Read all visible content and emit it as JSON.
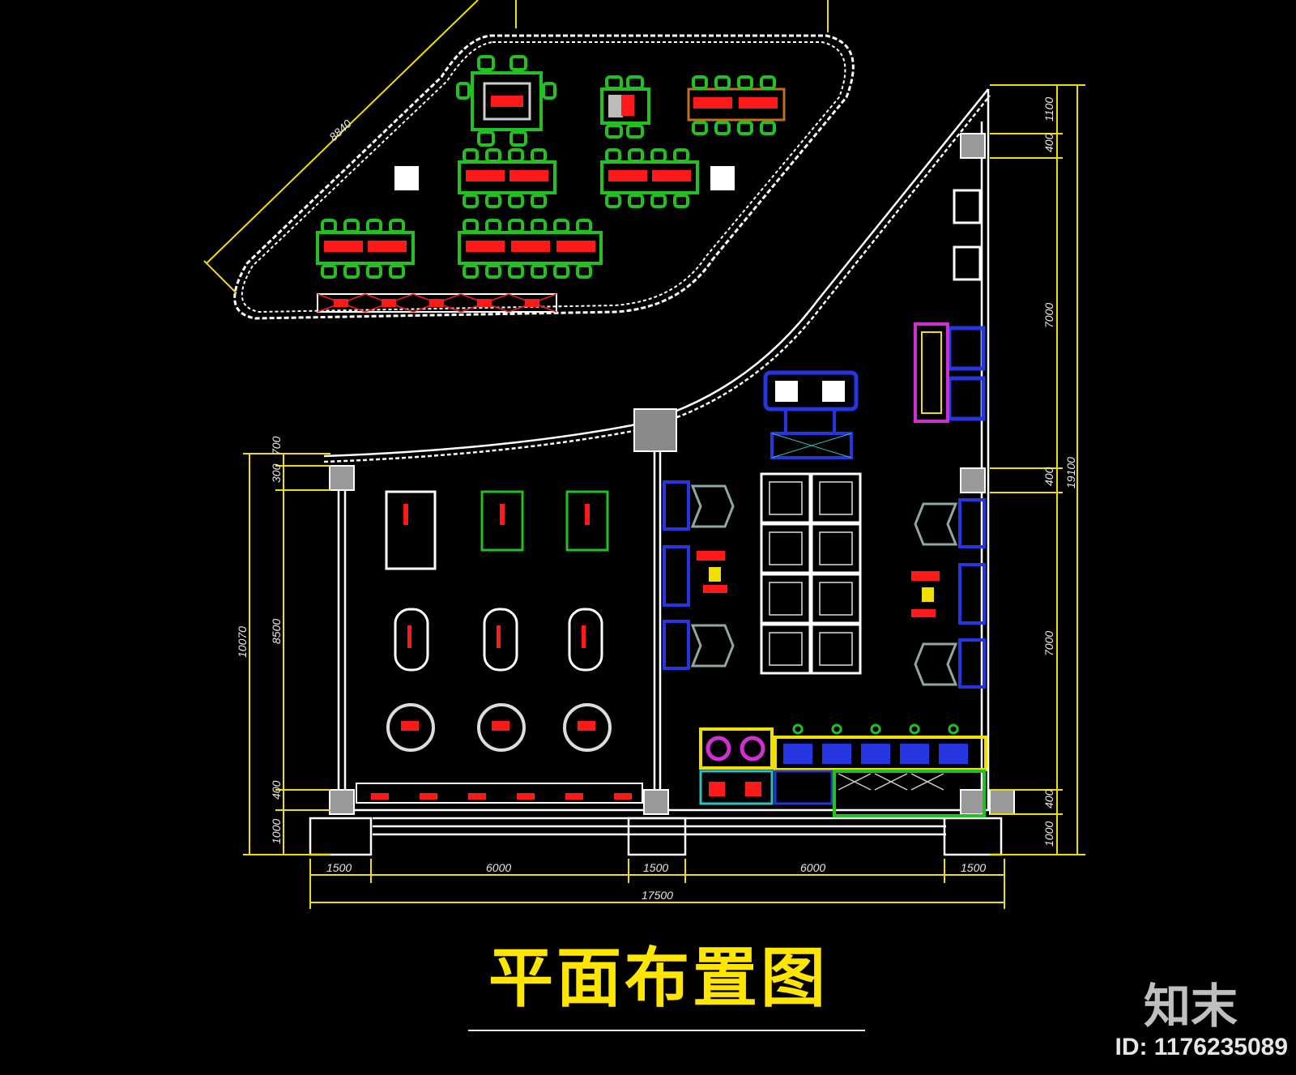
{
  "drawing": {
    "title": "平面布置图",
    "brand": "知末",
    "image_id": "ID: 1176235089"
  },
  "dimensions": {
    "diagonal_top": "8840",
    "bottom_segments": [
      "1500",
      "6000",
      "1500",
      "6000",
      "1500"
    ],
    "bottom_total": "17500",
    "left_outer": "10070",
    "left_inner": "8500",
    "left_top_a": "700",
    "left_top_b": "300",
    "left_bottom_a": "400",
    "left_bottom_b": "1000",
    "right_outer": "19100",
    "right_segments": [
      "1100",
      "400",
      "7000",
      "400",
      "7000",
      "400",
      "1000"
    ]
  },
  "colors": {
    "background": "#000000",
    "wall": "#ffffff",
    "dimension": "#f0e000",
    "chair": "#22c020",
    "table": "#ff1a1a",
    "column": "#9a9a9a",
    "machine_blue": "#2535e0"
  }
}
